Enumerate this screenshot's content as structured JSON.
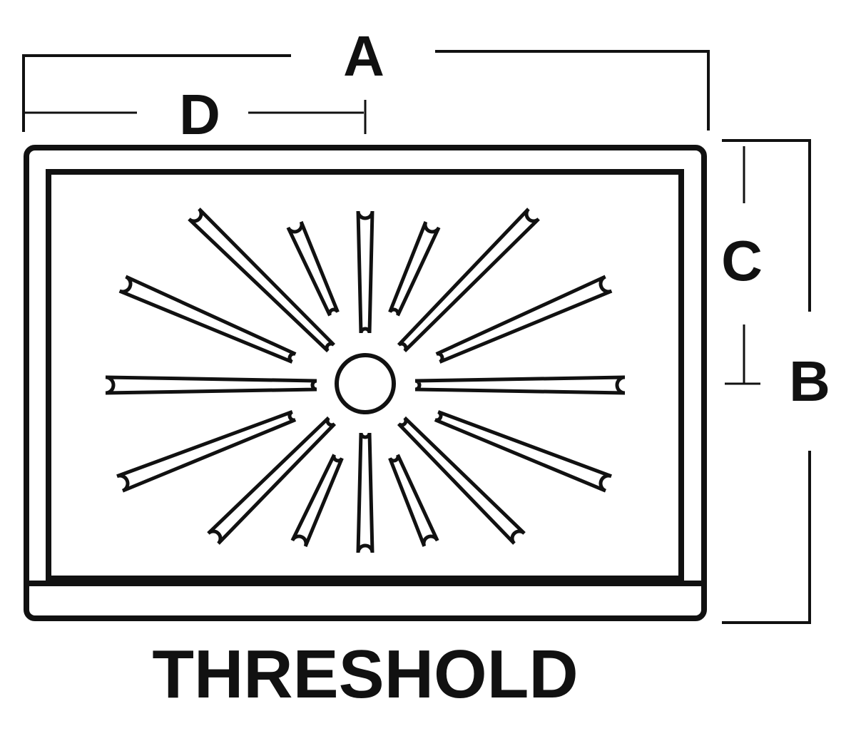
{
  "labels": {
    "a": "A",
    "b": "B",
    "c": "C",
    "d": "D",
    "threshold": "THRESHOLD"
  },
  "colors": {
    "stroke": "#111111",
    "background": "#ffffff"
  }
}
